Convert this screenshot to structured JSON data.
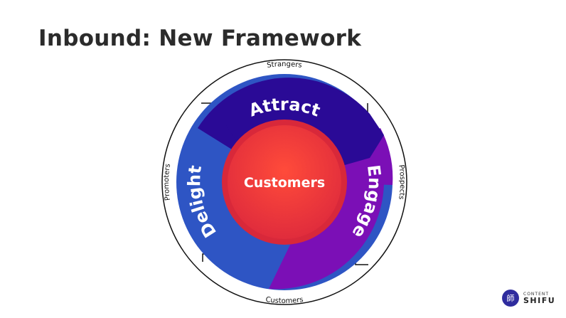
{
  "slide": {
    "title": "Inbound: New Framework"
  },
  "diagram": {
    "center_label": "Customers",
    "stages": [
      {
        "label": "Attract",
        "color": "#2a0a96"
      },
      {
        "label": "Engage",
        "color": "#7b0fb6"
      },
      {
        "label": "Delight",
        "color": "#2e55c4"
      }
    ],
    "outer_labels": {
      "top": "Strangers",
      "right": "Prospects",
      "bottom": "Customers",
      "left": "Promoters"
    },
    "center_color": "#f4433c"
  },
  "logo": {
    "top_text": "CONTENT",
    "bottom_text": "SHIFU",
    "icon": "shifu-logo-icon"
  }
}
